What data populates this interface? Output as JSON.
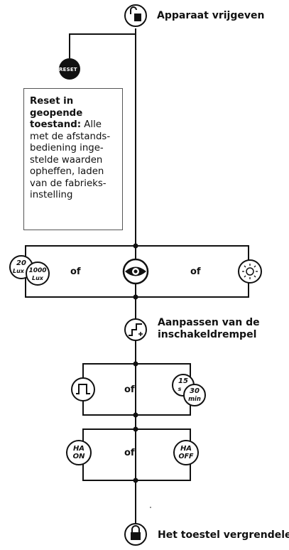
{
  "steps": {
    "release_label": "Apparaat vrijgeven",
    "reset_button": "RESET",
    "reset_note_bold": "Reset in geopende toestand:",
    "reset_note_text": " Alle met de afstands-bediening inge-stelde waarden opheffen, laden van de fabrieks-instelling",
    "threshold_label_line1": "Aanpassen van de",
    "threshold_label_line2": "inschakeldrempel",
    "lock_label": "Het toestel vergrendelen"
  },
  "row1": {
    "lux20_num": "20",
    "lux20_unit": "Lux",
    "lux1000_num": "1000",
    "lux1000_unit": "Lux",
    "or_left": "of",
    "or_right": "of",
    "icons": [
      "lux-icon",
      "eye-icon",
      "sun-icon"
    ]
  },
  "row2": {
    "sec_num": "15",
    "sec_unit": "s",
    "min_num": "30",
    "min_unit": "min",
    "or": "of",
    "icons": [
      "pulse-icon"
    ]
  },
  "row3": {
    "ha_on_1": "HA",
    "ha_on_2": "ON",
    "ha_off_1": "HA",
    "ha_off_2": "OFF",
    "or": "of"
  }
}
